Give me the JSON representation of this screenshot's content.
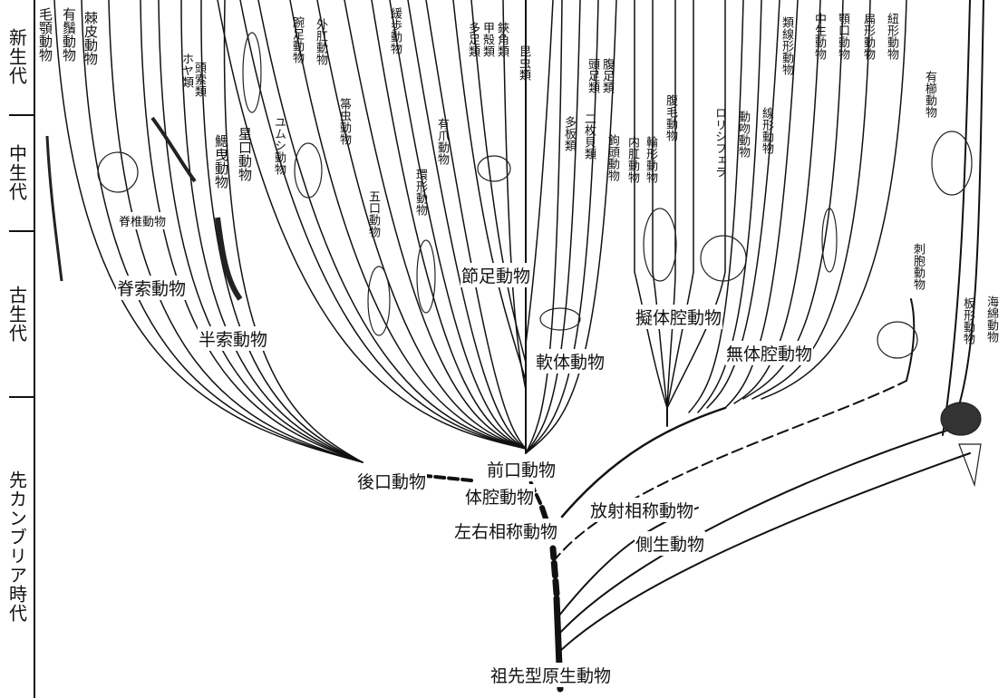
{
  "eras": {
    "cenozoic": "新生代",
    "mesozoic": "中生代",
    "paleozoic": "古生代",
    "precambrian": "先カンブリア時代"
  },
  "top_labels": {
    "chaetognatha": "毛顎動物",
    "pogonophora": "有鬚動物",
    "echinodermata": "棘皮動物",
    "ascidiacea": "ホヤ類",
    "cephalochordata": "頭索類",
    "pterobranchia": "鰓曳動物",
    "sipuncula": "星口動物",
    "echiura": "ユムシ動物",
    "brachiopoda": "腕足動物",
    "entoprocta": "外肛動物",
    "phoronida": "箒虫動物",
    "tardigrada": "緩歩動物",
    "pentastomida": "五口動物",
    "annelida": "環形動物",
    "onychophora": "有爪動物",
    "myriapoda": "多足類",
    "crustacea": "甲殻類",
    "chelicerata": "鋏角類",
    "insecta": "昆虫類",
    "polyplacophora": "多板類",
    "cephalopoda": "頭足類",
    "bivalvia": "二枚貝類",
    "gastropoda": "腹足類",
    "acanthocephala": "鉤頭動物",
    "kamptozoa": "内肛動物",
    "rotifera": "輪形動物",
    "gastrotricha": "腹毛動物",
    "loricifera": "ロリシフェラ",
    "kinorhyncha": "動吻動物",
    "nematoda": "線形動物",
    "nematomorpha": "類線形動物",
    "mesozoa": "中生動物",
    "gnathostomulida": "顎口動物",
    "platyhelminthes": "扁形動物",
    "nemertea": "紐形動物",
    "ctenophora": "有櫛動物",
    "cnidaria": "刺胞動物",
    "placozoa": "板形動物",
    "porifera": "海綿動物"
  },
  "group_labels": {
    "vertebrata": "脊椎動物",
    "chordata": "脊索動物",
    "hemichordata": "半索動物",
    "arthropoda": "節足動物",
    "mollusca": "軟体動物",
    "pseudocoelomata": "擬体腔動物",
    "acoelomata": "無体腔動物",
    "deuterostomia": "後口動物",
    "protostomia": "前口動物",
    "coelomata": "体腔動物",
    "bilateria": "左右相称動物",
    "radiata": "放射相称動物",
    "parazoa": "側生動物",
    "ancestor": "祖先型原生動物"
  }
}
